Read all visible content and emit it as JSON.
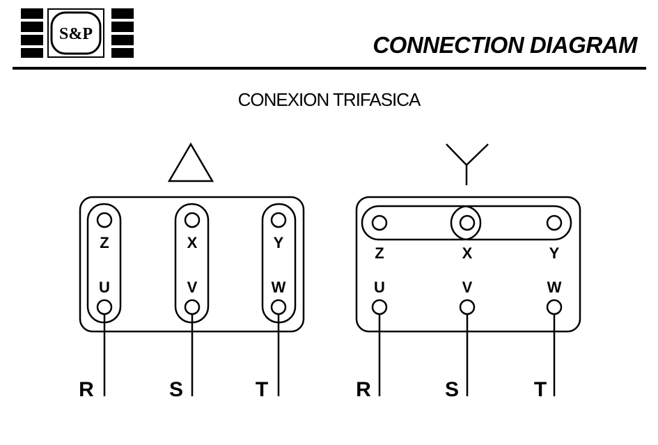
{
  "header": {
    "logo_text": "S&P",
    "title": "CONNECTION DIAGRAM"
  },
  "subtitle": "CONEXION TRIFASICA",
  "delta": {
    "top_labels": [
      "Z",
      "X",
      "Y"
    ],
    "bottom_labels": [
      "U",
      "V",
      "W"
    ],
    "leads": [
      "R",
      "S",
      "T"
    ]
  },
  "star": {
    "top_labels": [
      "Z",
      "X",
      "Y"
    ],
    "bottom_labels": [
      "U",
      "V",
      "W"
    ],
    "leads": [
      "R",
      "S",
      "T"
    ]
  }
}
